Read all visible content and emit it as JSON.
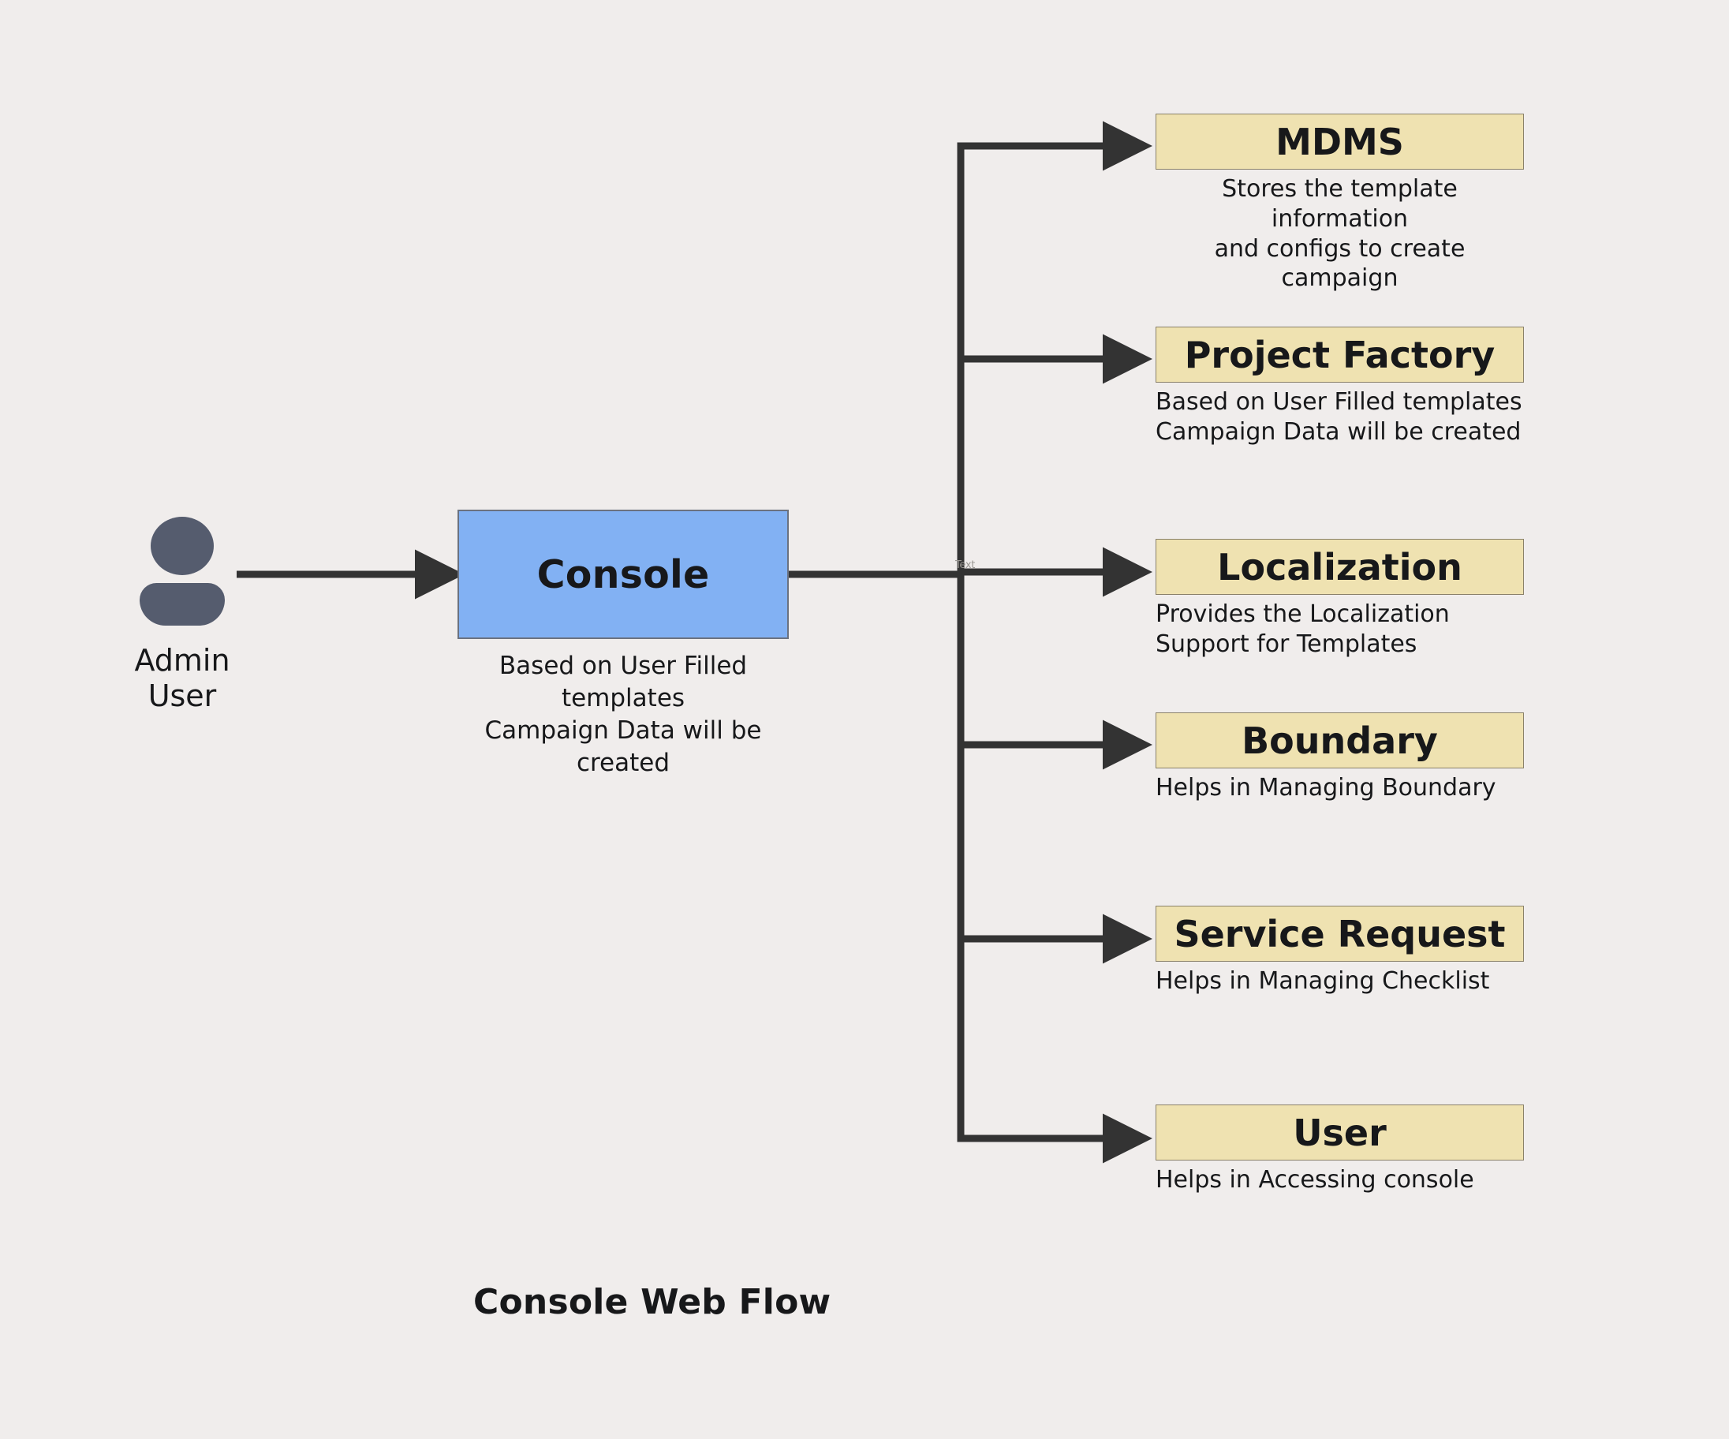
{
  "diagram": {
    "title": "Console Web Flow",
    "background_color": "#F0EDEC",
    "junction_label": "Text"
  },
  "actor": {
    "icon": "person-icon",
    "label_line1": "Admin",
    "label_line2": "User"
  },
  "console": {
    "title": "Console",
    "fill_color": "#82B1F3",
    "caption_line1": "Based on User Filled templates",
    "caption_line2": "Campaign Data will be created"
  },
  "services": [
    {
      "id": "mdms",
      "title": "MDMS",
      "fill_color": "#EFE2B1",
      "caption_line1": "Stores the template information",
      "caption_line2": " and configs to create campaign"
    },
    {
      "id": "project-factory",
      "title": "Project Factory",
      "fill_color": "#EFE2B1",
      "caption_line1": "Based on User Filled templates",
      "caption_line2": "Campaign Data will be created"
    },
    {
      "id": "localization",
      "title": "Localization",
      "fill_color": "#EFE2B1",
      "caption_line1": "Provides the Localization",
      "caption_line2": "Support for Templates"
    },
    {
      "id": "boundary",
      "title": "Boundary",
      "fill_color": "#EFE2B1",
      "caption_line1": "Helps in Managing Boundary",
      "caption_line2": ""
    },
    {
      "id": "service-request",
      "title": "Service Request",
      "fill_color": "#EFE2B1",
      "caption_line1": "Helps in Managing Checklist",
      "caption_line2": ""
    },
    {
      "id": "user",
      "title": "User",
      "fill_color": "#EFE2B1",
      "caption_line1": "Helps in Accessing console",
      "caption_line2": ""
    }
  ]
}
